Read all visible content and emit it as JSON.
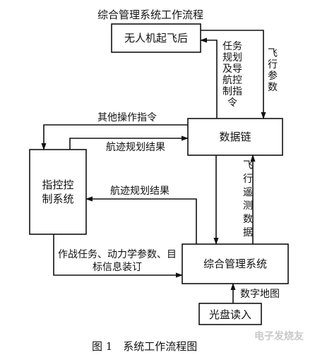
{
  "diagram": {
    "header": "综合管理系统工作流程",
    "caption": "图 1　系统工作流程图",
    "nodes": {
      "uav_takeoff": "无人机起飞后",
      "data_link": "数据链",
      "command_control": "指控控制系统",
      "integrated_mgmt": "综合管理系统",
      "disc_read": "光盘读入"
    },
    "edges": {
      "mission_planning": "任务规划及导航控制指令",
      "flight_params": "飞行参数",
      "other_ops": "其他操作指令",
      "track_result_1": "航迹规划结果",
      "track_result_2": "航迹规划结果",
      "flight_telemetry": "飞行遥测数据",
      "combat_load": "作战任务、动力学参数、目标信息装订",
      "digital_map": "数字地图"
    },
    "watermark": "电子发烧友"
  }
}
